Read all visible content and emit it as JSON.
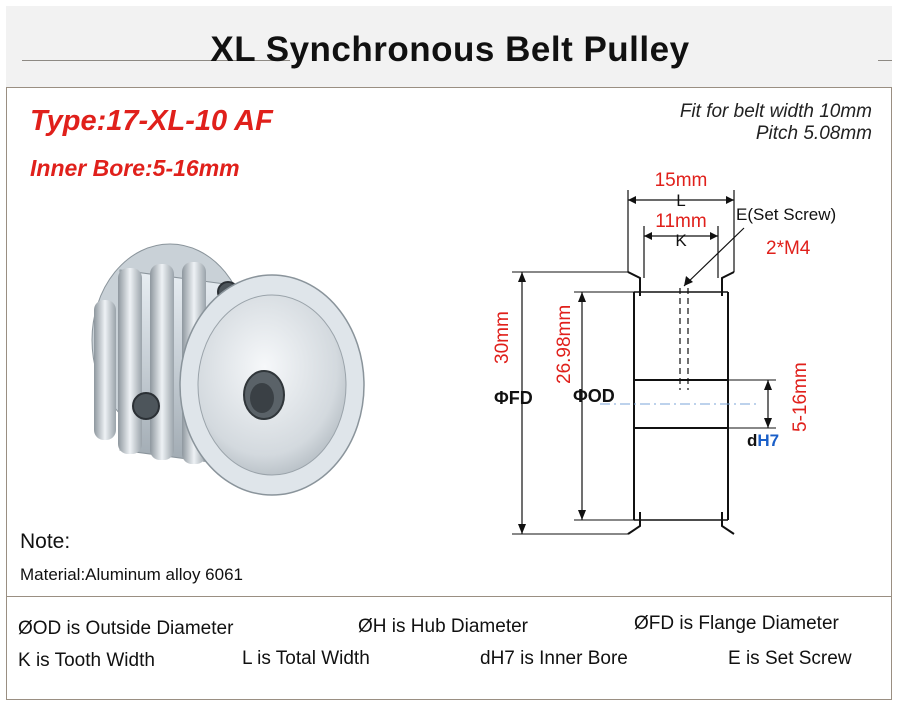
{
  "title": "XL Synchronous Belt Pulley",
  "type_label": "Type:17-XL-10 AF",
  "bore_label": "Inner Bore:5-16mm",
  "fit_line1": "Fit for belt width 10mm",
  "fit_line2": "Pitch 5.08mm",
  "note_label": "Note:",
  "material_label": "Material:Aluminum alloy 6061",
  "diagram": {
    "L_value": "15mm",
    "L_letter": "L",
    "K_value": "11mm",
    "K_letter": "K",
    "E_label": "E(Set Screw)",
    "E_value": "2*M4",
    "FD_value": "30mm",
    "FD_label": "ΦFD",
    "OD_value": "26.98mm",
    "OD_label": "ΦOD",
    "bore_value": "5-16mm",
    "dh7_d": "d",
    "dh7_h7": "H7"
  },
  "legend": {
    "od": "ØOD is Outside Diameter",
    "h": "ØH is Hub Diameter",
    "fd": "ØFD is Flange Diameter",
    "k": "K is Tooth Width",
    "l": "L is Total Width",
    "dh7": "dH7 is Inner Bore",
    "e": "E is Set Screw"
  },
  "colors": {
    "red": "#e0201b",
    "blue": "#1a5fc8",
    "frame": "#9a8f82",
    "header_bg": "#f2f2f2"
  }
}
